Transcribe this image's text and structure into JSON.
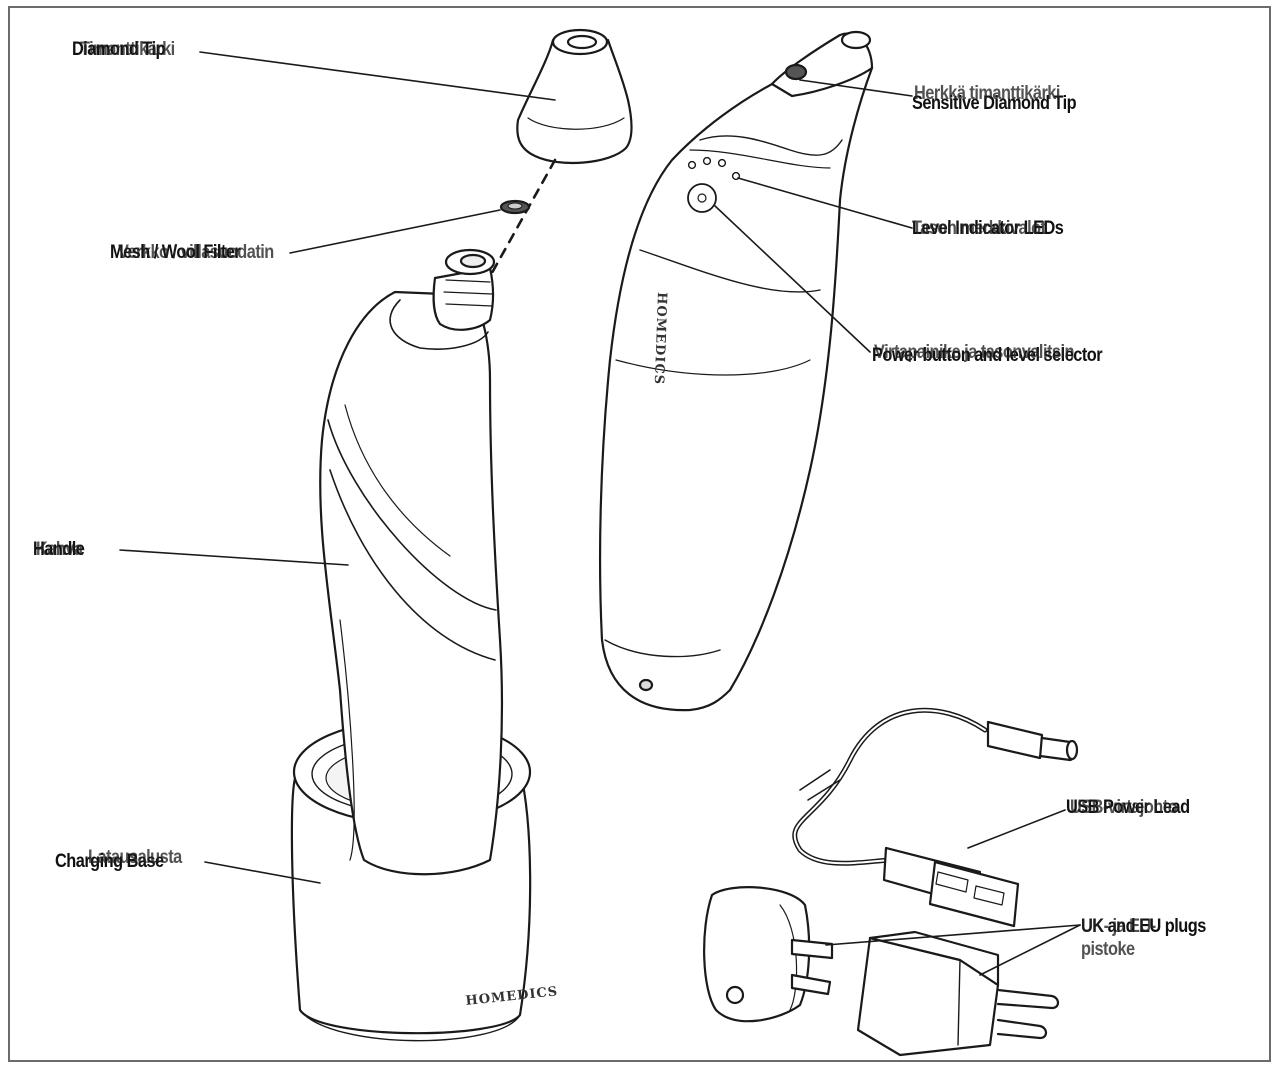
{
  "labels": {
    "diamond_tip": {
      "en": "Diamond Tip",
      "fi": "Timanttikärki"
    },
    "sensitive_tip": {
      "en": "Sensitive Diamond Tip",
      "fi": "Herkkä timanttikärki"
    },
    "filter": {
      "en": "Mesh / Wool Filter",
      "fi": "Verkko / villasuodatin"
    },
    "leds": {
      "en": "Level Indicator LEDs",
      "fi": "Tason merkkivalot"
    },
    "power": {
      "en": "Power button and level selector",
      "fi": "Virtapainike ja tasonvalitsin"
    },
    "handle": {
      "en": "Handle",
      "fi": "Kahva"
    },
    "usb": {
      "en": "USB Power Lead",
      "fi": "USB-virtajohto"
    },
    "base": {
      "en": "Charging Base",
      "fi": "Latausalusta"
    },
    "plugs": {
      "en": "UK and EU plugs",
      "fi": "UK- ja EU-",
      "fi_line2": "pistoke"
    }
  },
  "brand": {
    "logo_text": "HOMEDICS"
  },
  "colors": {
    "line": "#1a1a1a",
    "frame": "#6b6b6b",
    "fill": "#ffffff",
    "shade": "#f2f2f2"
  }
}
